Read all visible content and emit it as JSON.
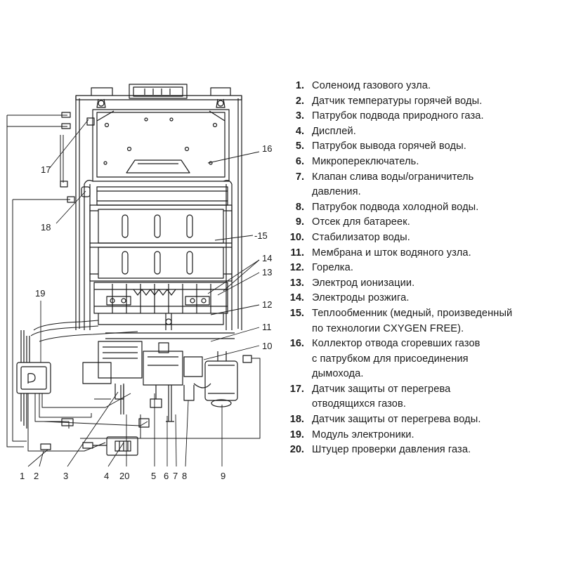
{
  "callouts": [
    {
      "id": "1",
      "label": "1"
    },
    {
      "id": "2",
      "label": "2"
    },
    {
      "id": "3",
      "label": "3"
    },
    {
      "id": "4",
      "label": "4"
    },
    {
      "id": "20",
      "label": "20"
    },
    {
      "id": "5",
      "label": "5"
    },
    {
      "id": "6",
      "label": "6"
    },
    {
      "id": "7",
      "label": "7"
    },
    {
      "id": "8",
      "label": "8"
    },
    {
      "id": "9",
      "label": "9"
    },
    {
      "id": "10",
      "label": "10"
    },
    {
      "id": "11",
      "label": "11"
    },
    {
      "id": "12",
      "label": "12"
    },
    {
      "id": "13",
      "label": "13"
    },
    {
      "id": "14",
      "label": "14"
    },
    {
      "id": "15",
      "label": "-15"
    },
    {
      "id": "16",
      "label": "16"
    },
    {
      "id": "17",
      "label": "17"
    },
    {
      "id": "18",
      "label": "18"
    },
    {
      "id": "19",
      "label": "19"
    }
  ],
  "legend": {
    "items": [
      {
        "num": "1.",
        "lines": [
          "Соленоид газового узла."
        ]
      },
      {
        "num": "2.",
        "lines": [
          "Датчик температуры горячей воды."
        ]
      },
      {
        "num": "3.",
        "lines": [
          "Патрубок подвода природного газа."
        ]
      },
      {
        "num": "4.",
        "lines": [
          "Дисплей."
        ]
      },
      {
        "num": "5.",
        "lines": [
          "Патрубок вывода горячей воды."
        ]
      },
      {
        "num": "6.",
        "lines": [
          "Микропереключатель."
        ]
      },
      {
        "num": "7.",
        "lines": [
          "Клапан слива воды/ограничитель",
          "давления."
        ]
      },
      {
        "num": "8.",
        "lines": [
          "Патрубок подвода холодной воды."
        ]
      },
      {
        "num": "9.",
        "lines": [
          "Отсек для батареек."
        ]
      },
      {
        "num": "10.",
        "lines": [
          "Стабилизатор воды."
        ]
      },
      {
        "num": "11.",
        "lines": [
          "Мембрана и шток водяного узла."
        ]
      },
      {
        "num": "12.",
        "lines": [
          "Горелка."
        ]
      },
      {
        "num": "13.",
        "lines": [
          "Электрод ионизации."
        ]
      },
      {
        "num": "14.",
        "lines": [
          "Электроды розжига."
        ]
      },
      {
        "num": "15.",
        "lines": [
          "Теплообменник (медный, произведенный",
          "по технологии CXYGEN FREE)."
        ]
      },
      {
        "num": "16.",
        "lines": [
          "Коллектор отвода сгоревших газов",
          "с патрубком для присоединения",
          "дымохода."
        ]
      },
      {
        "num": "17.",
        "lines": [
          "Датчик защиты от перегрева",
          "отводящихся газов."
        ]
      },
      {
        "num": "18.",
        "lines": [
          "Датчик защиты от перегрева воды."
        ]
      },
      {
        "num": "19.",
        "lines": [
          "Модуль электроники."
        ]
      },
      {
        "num": "20.",
        "lines": [
          "Штуцер проверки давления газа."
        ]
      }
    ]
  }
}
